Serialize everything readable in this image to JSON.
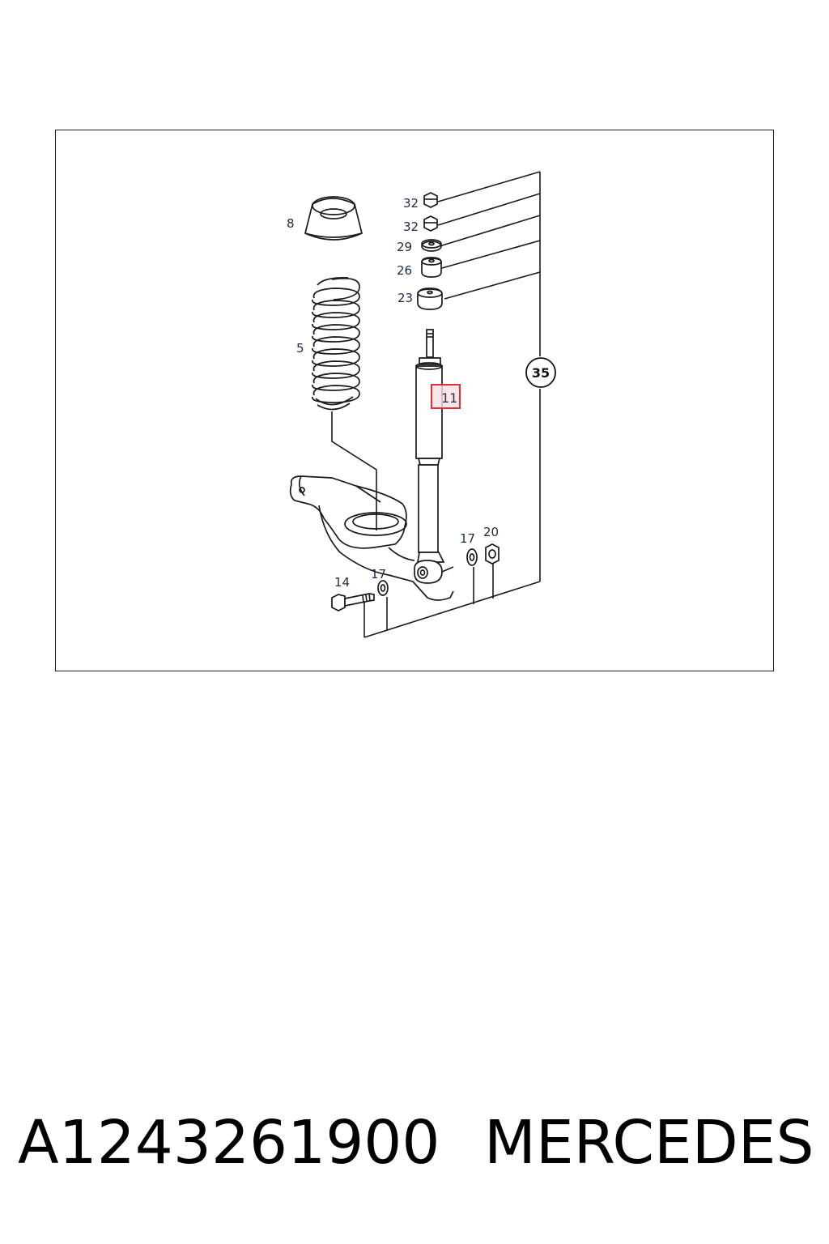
{
  "diagram": {
    "callouts": [
      {
        "id": "c32a",
        "label": "32"
      },
      {
        "id": "c32b",
        "label": "32"
      },
      {
        "id": "c29",
        "label": "29"
      },
      {
        "id": "c26",
        "label": "26"
      },
      {
        "id": "c23",
        "label": "23"
      },
      {
        "id": "c8",
        "label": "8"
      },
      {
        "id": "c5",
        "label": "5"
      },
      {
        "id": "c11",
        "label": "11"
      },
      {
        "id": "c35",
        "label": "35"
      },
      {
        "id": "c17a",
        "label": "17"
      },
      {
        "id": "c20",
        "label": "20"
      },
      {
        "id": "c14",
        "label": "14"
      },
      {
        "id": "c17b",
        "label": "17"
      }
    ],
    "highlight_color": "#d9303a",
    "highlight_fill": "#f7dde0"
  },
  "footer": {
    "part_number": "A1243261900",
    "brand": "MERCEDES"
  }
}
